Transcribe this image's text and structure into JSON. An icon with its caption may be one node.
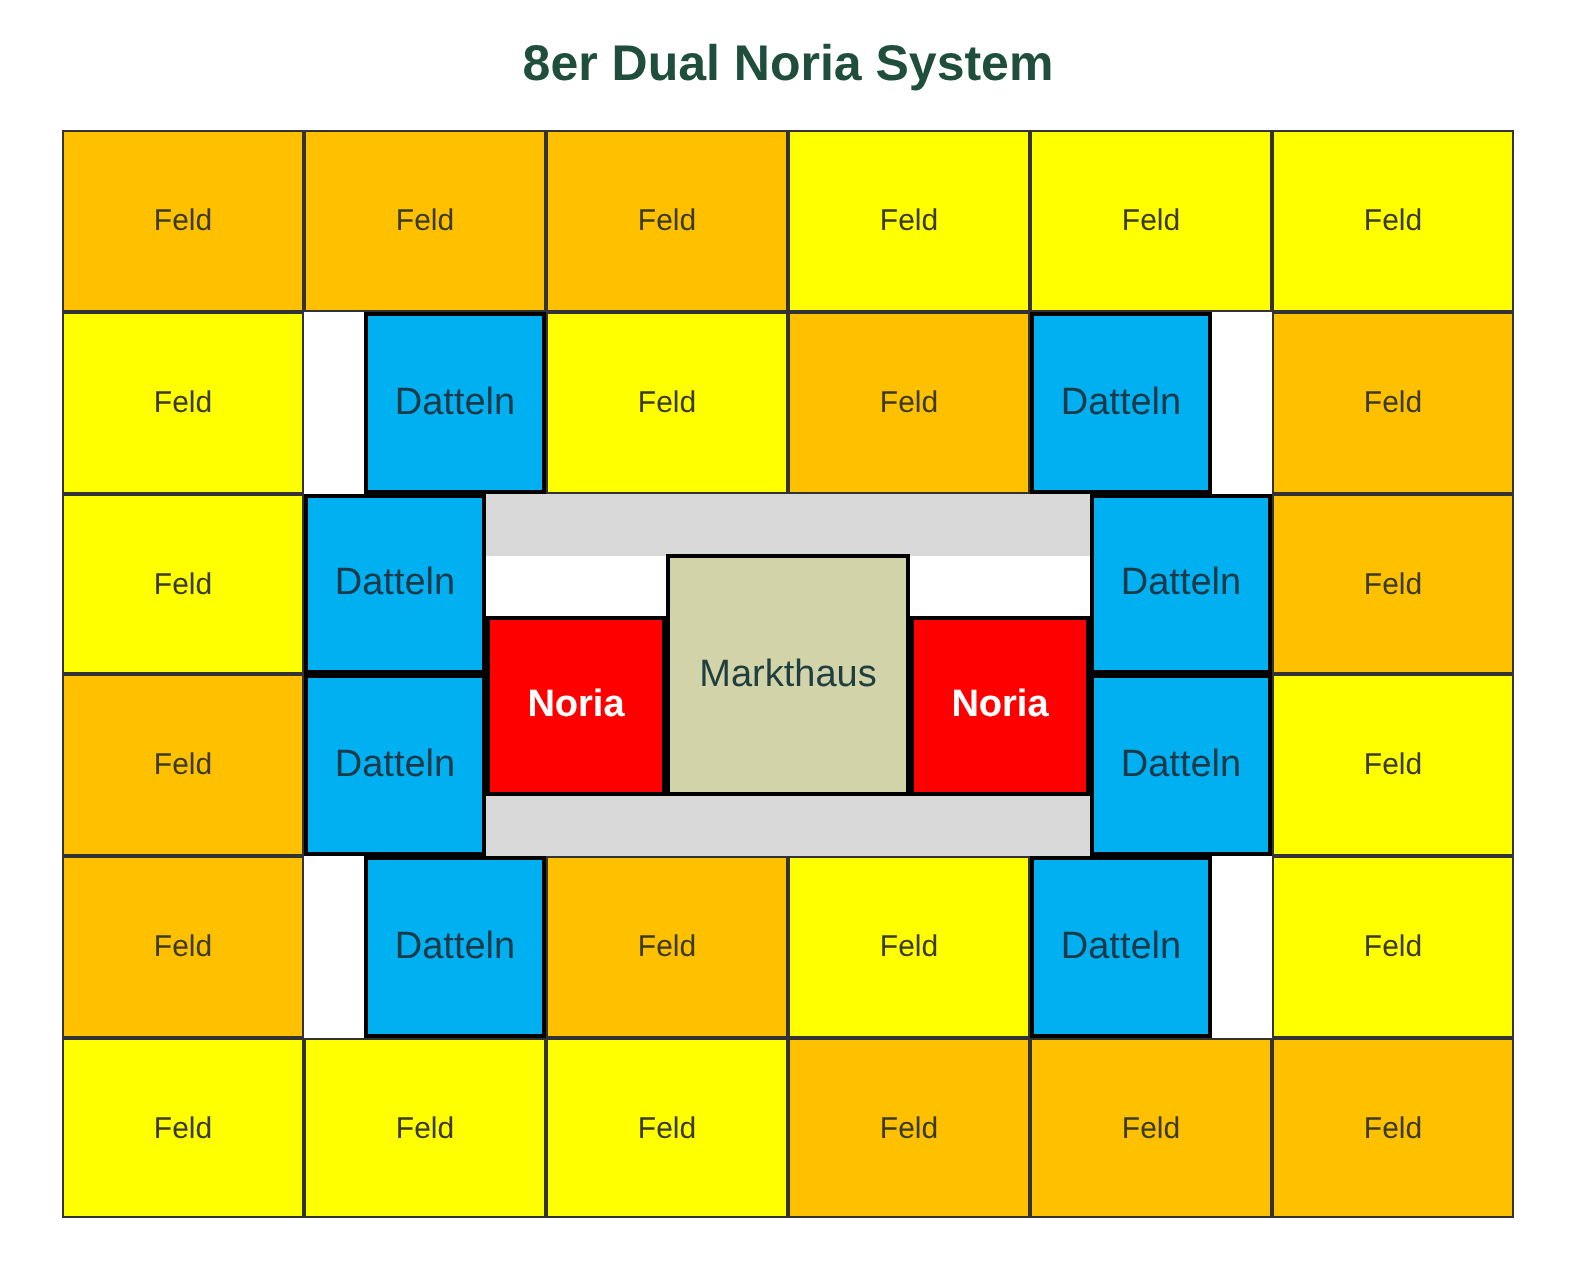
{
  "diagram": {
    "title": "8er Dual Noria System",
    "nodes": [
      {
        "text": [
          "Feld"
        ]
      },
      {
        "text": [
          "Feld"
        ]
      },
      {
        "text": [
          "Feld"
        ]
      },
      {
        "text": [
          "Feld"
        ]
      },
      {
        "text": [
          "Feld"
        ]
      },
      {
        "text": [
          "Feld"
        ]
      },
      {
        "text": [
          "Feld"
        ]
      },
      {
        "text": [
          "Datteln"
        ]
      },
      {
        "text": [
          "Feld"
        ]
      },
      {
        "text": [
          "Feld"
        ]
      },
      {
        "text": [
          "Datteln"
        ]
      },
      {
        "text": [
          "Feld"
        ]
      },
      {
        "text": [
          "Feld"
        ]
      },
      {
        "text": [
          "Datteln"
        ]
      },
      {
        "text": [],
        "shape": "bar"
      },
      {
        "text": [
          "Markthaus"
        ]
      },
      {
        "text": [
          "Datteln"
        ]
      },
      {
        "text": [
          "Feld"
        ]
      },
      {
        "text": [
          "Feld"
        ]
      },
      {
        "text": [
          "Datteln"
        ]
      },
      {
        "text": [
          "Noria"
        ]
      },
      {
        "text": [
          "Noria"
        ]
      },
      {
        "text": [
          "Datteln"
        ]
      },
      {
        "text": [
          "Feld"
        ]
      },
      {
        "text": [],
        "shape": "bar"
      },
      {
        "text": [
          "Feld"
        ]
      },
      {
        "text": [
          "Datteln"
        ]
      },
      {
        "text": [
          "Feld"
        ]
      },
      {
        "text": [
          "Feld"
        ]
      },
      {
        "text": [
          "Datteln"
        ]
      },
      {
        "text": [
          "Feld"
        ]
      },
      {
        "text": [
          "Feld"
        ]
      },
      {
        "text": [
          "Feld"
        ]
      },
      {
        "text": [
          "Feld"
        ]
      },
      {
        "text": [
          "Feld"
        ]
      },
      {
        "text": [
          "Feld"
        ]
      },
      {
        "text": [
          "Feld"
        ]
      }
    ]
  }
}
